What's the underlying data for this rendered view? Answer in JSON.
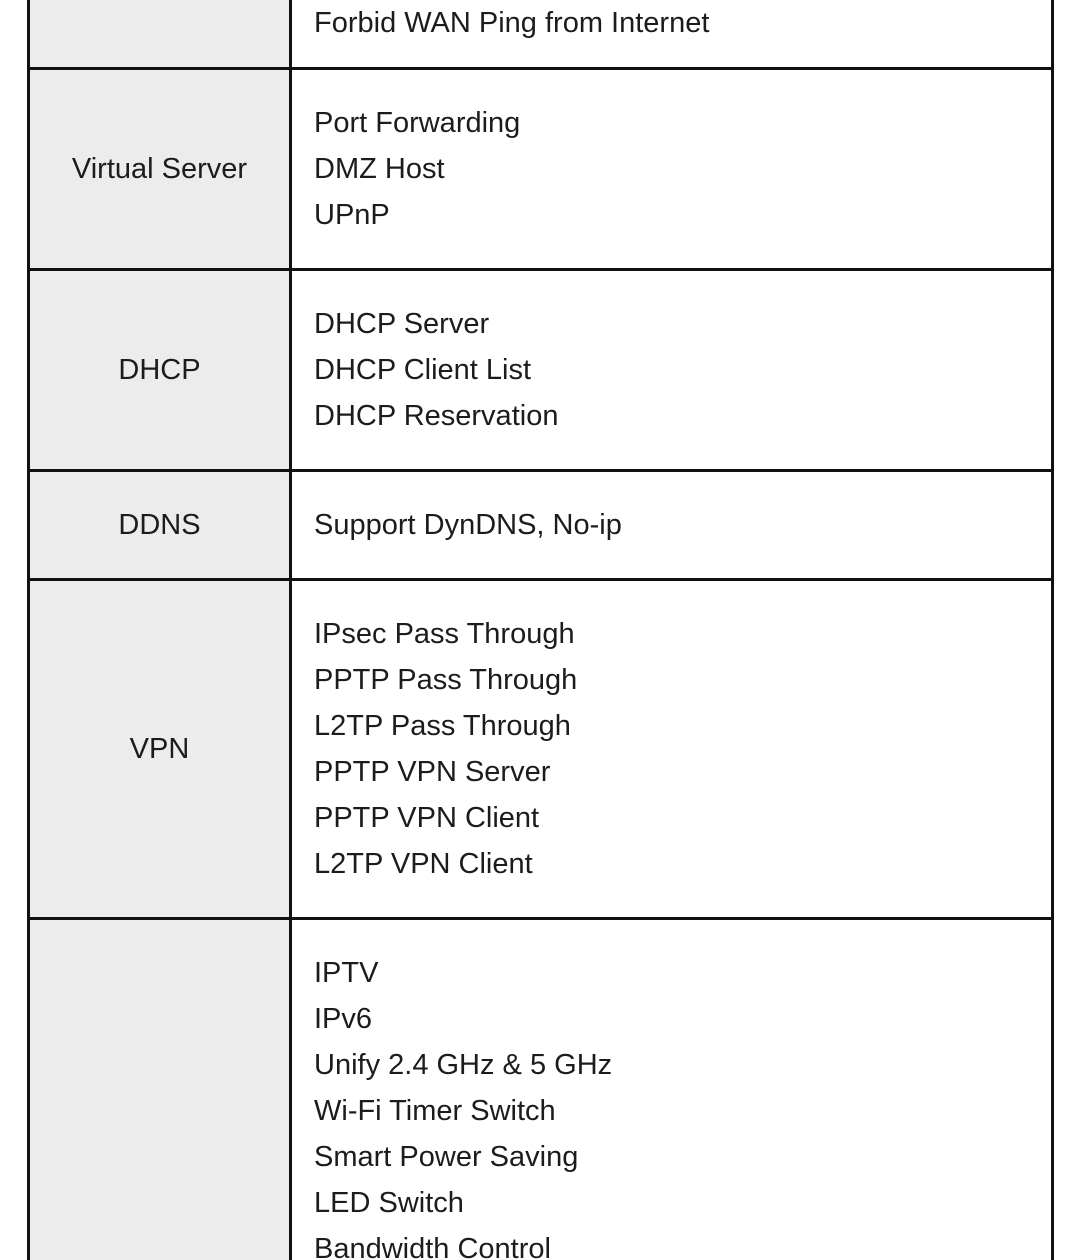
{
  "page": {
    "background_color": "#ffffff"
  },
  "table": {
    "border_color": "#111111",
    "label_bg_color": "#ececec",
    "text_color": "#1c1c1c",
    "rows": [
      {
        "label": "",
        "features": [
          "Forbid WAN Ping from Internet"
        ]
      },
      {
        "label": "Virtual Server",
        "features": [
          "Port Forwarding",
          "DMZ Host",
          "UPnP"
        ]
      },
      {
        "label": "DHCP",
        "features": [
          "DHCP Server",
          "DHCP Client List",
          "DHCP Reservation"
        ]
      },
      {
        "label": "DDNS",
        "features": [
          "Support DynDNS, No-ip"
        ]
      },
      {
        "label": "VPN",
        "features": [
          "IPsec Pass Through",
          "PPTP Pass Through",
          "L2TP Pass Through",
          "PPTP VPN Server",
          "PPTP VPN Client",
          "L2TP VPN Client"
        ]
      },
      {
        "label": "",
        "features": [
          "IPTV",
          "IPv6",
          "Unify 2.4 GHz & 5 GHz",
          "Wi-Fi Timer Switch",
          "Smart Power Saving",
          "LED Switch",
          "Bandwidth Control"
        ]
      }
    ]
  }
}
